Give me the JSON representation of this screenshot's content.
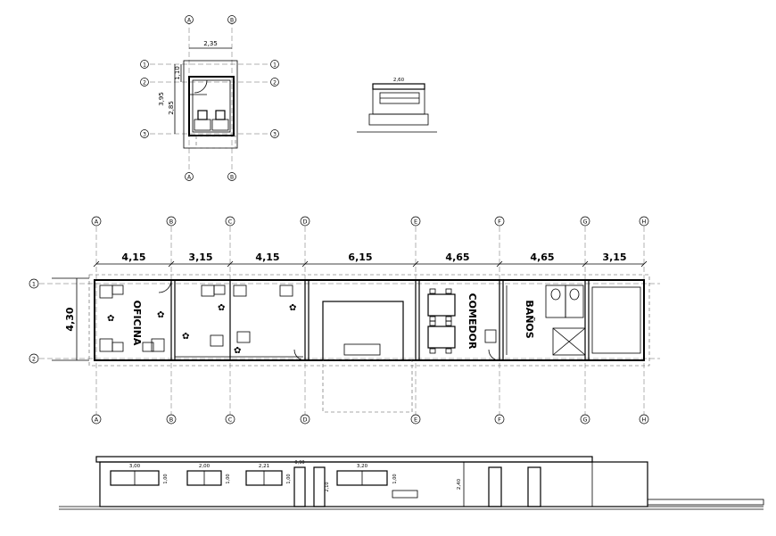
{
  "site_plan": {
    "axes_top": [
      "A",
      "B"
    ],
    "axes_side": [
      "1",
      "2",
      "3"
    ],
    "dims": {
      "width": "2,35",
      "top_depth": "1,10",
      "total_depth": "3,95",
      "lower_depth": "2,85"
    }
  },
  "small_elevation": {
    "width_dim": "2,60"
  },
  "floor_plan": {
    "axes_letters": [
      "A",
      "B",
      "C",
      "D",
      "E",
      "F",
      "G",
      "H"
    ],
    "axes_numbers": [
      "1",
      "2"
    ],
    "widths": [
      "4,15",
      "3,15",
      "4,15",
      "6,15",
      "4,65",
      "4,65",
      "3,15"
    ],
    "depth": "4,30",
    "rooms": {
      "oficina": "OFICINA",
      "comedor": "COMEDOR",
      "banos": "BAÑOS"
    }
  },
  "elevation": {
    "window_dims": [
      "3,00",
      "2,00",
      "2,21",
      "3,20"
    ],
    "window_heights": [
      "1,00",
      "1,00",
      "1,00",
      "1,00"
    ],
    "door_dims": [
      "0,90"
    ],
    "door_height": "2,10",
    "wall_height": "2,40"
  }
}
